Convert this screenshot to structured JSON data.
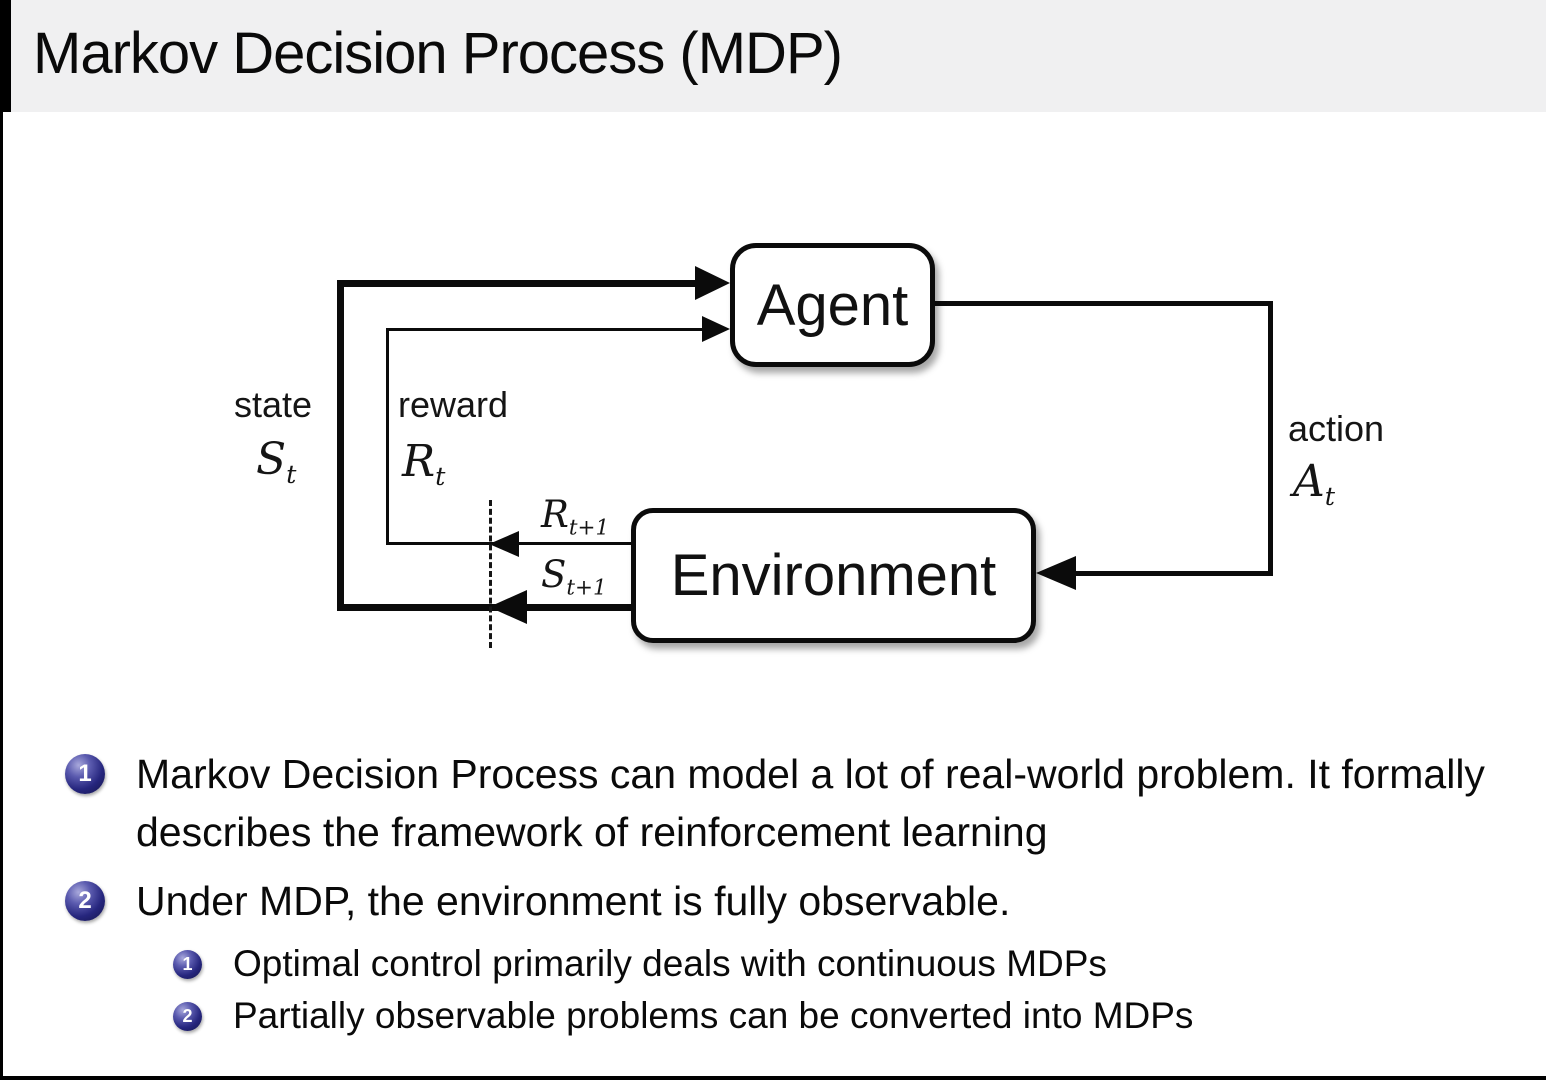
{
  "title": "Markov Decision Process (MDP)",
  "diagram": {
    "agent": "Agent",
    "environment": "Environment",
    "state": {
      "label": "state",
      "sym": "S",
      "sub": "t"
    },
    "reward": {
      "label": "reward",
      "sym": "R",
      "sub": "t"
    },
    "action": {
      "label": "action",
      "sym": "A",
      "sub": "t"
    },
    "next_reward": {
      "sym": "R",
      "sub": "t+1"
    },
    "next_state": {
      "sym": "S",
      "sub": "t+1"
    }
  },
  "bullets": [
    {
      "num": "1",
      "text": "Markov Decision Process can model a lot of real-world problem. It formally describes the framework of reinforcement learning"
    },
    {
      "num": "2",
      "text": "Under MDP, the environment is fully observable."
    }
  ],
  "sub_bullets": [
    {
      "num": "1",
      "text": "Optimal control primarily deals with continuous MDPs"
    },
    {
      "num": "2",
      "text": "Partially observable problems can be converted into MDPs"
    }
  ],
  "colors": {
    "header_bg": "#f0f0f1",
    "ink": "#0c0c0c",
    "ball_blue": "#26267e"
  }
}
